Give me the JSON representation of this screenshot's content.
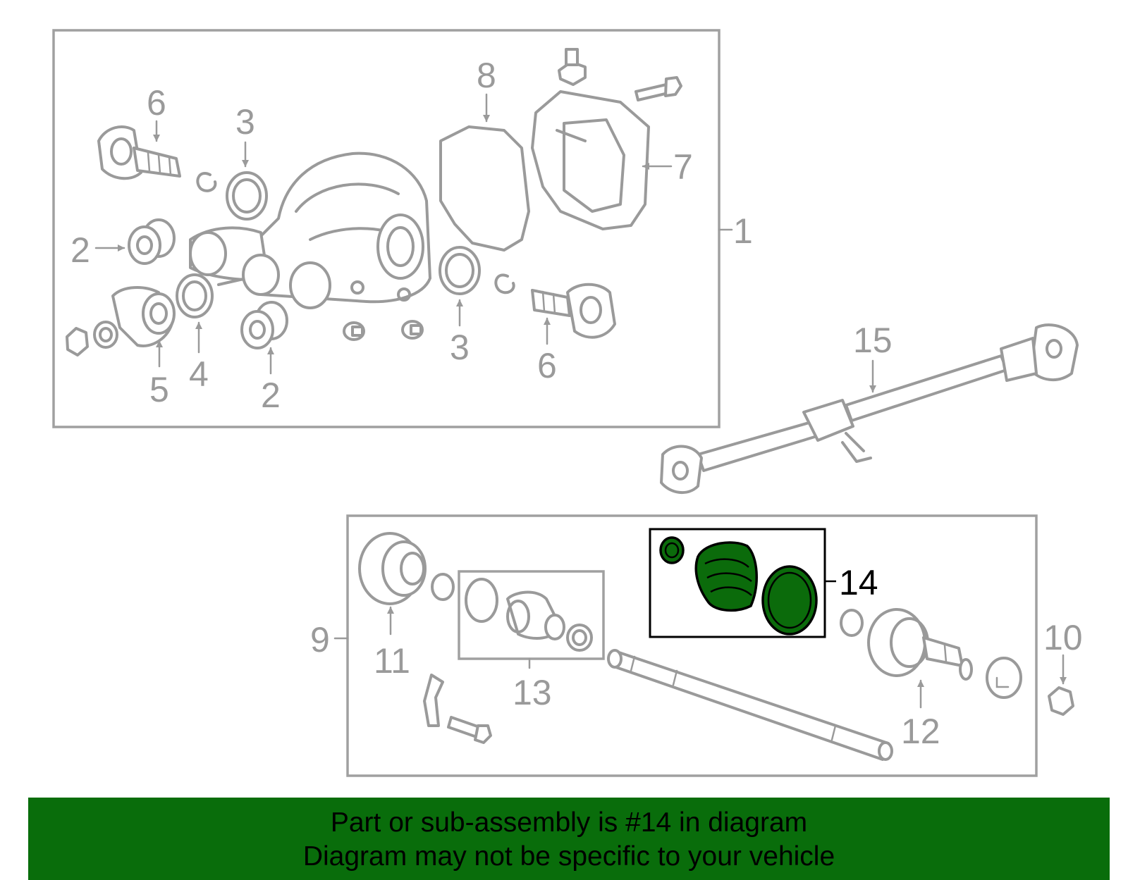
{
  "diagram": {
    "callouts": {
      "c1": "1",
      "c2a": "2",
      "c2b": "2",
      "c3a": "3",
      "c3b": "3",
      "c4": "4",
      "c5": "5",
      "c6a": "6",
      "c6b": "6",
      "c7": "7",
      "c8": "8",
      "c9": "9",
      "c10": "10",
      "c11": "11",
      "c12": "12",
      "c13": "13",
      "c14": "14",
      "c15": "15"
    },
    "highlighted_part": "14",
    "colors": {
      "highlight_fill": "#0b6b0b",
      "banner_bg": "#096d0b",
      "line_art": "#9a9a9a"
    }
  },
  "banner": {
    "line1": "Part or sub-assembly is #14 in diagram",
    "line2": "Diagram may not be specific to your vehicle"
  }
}
